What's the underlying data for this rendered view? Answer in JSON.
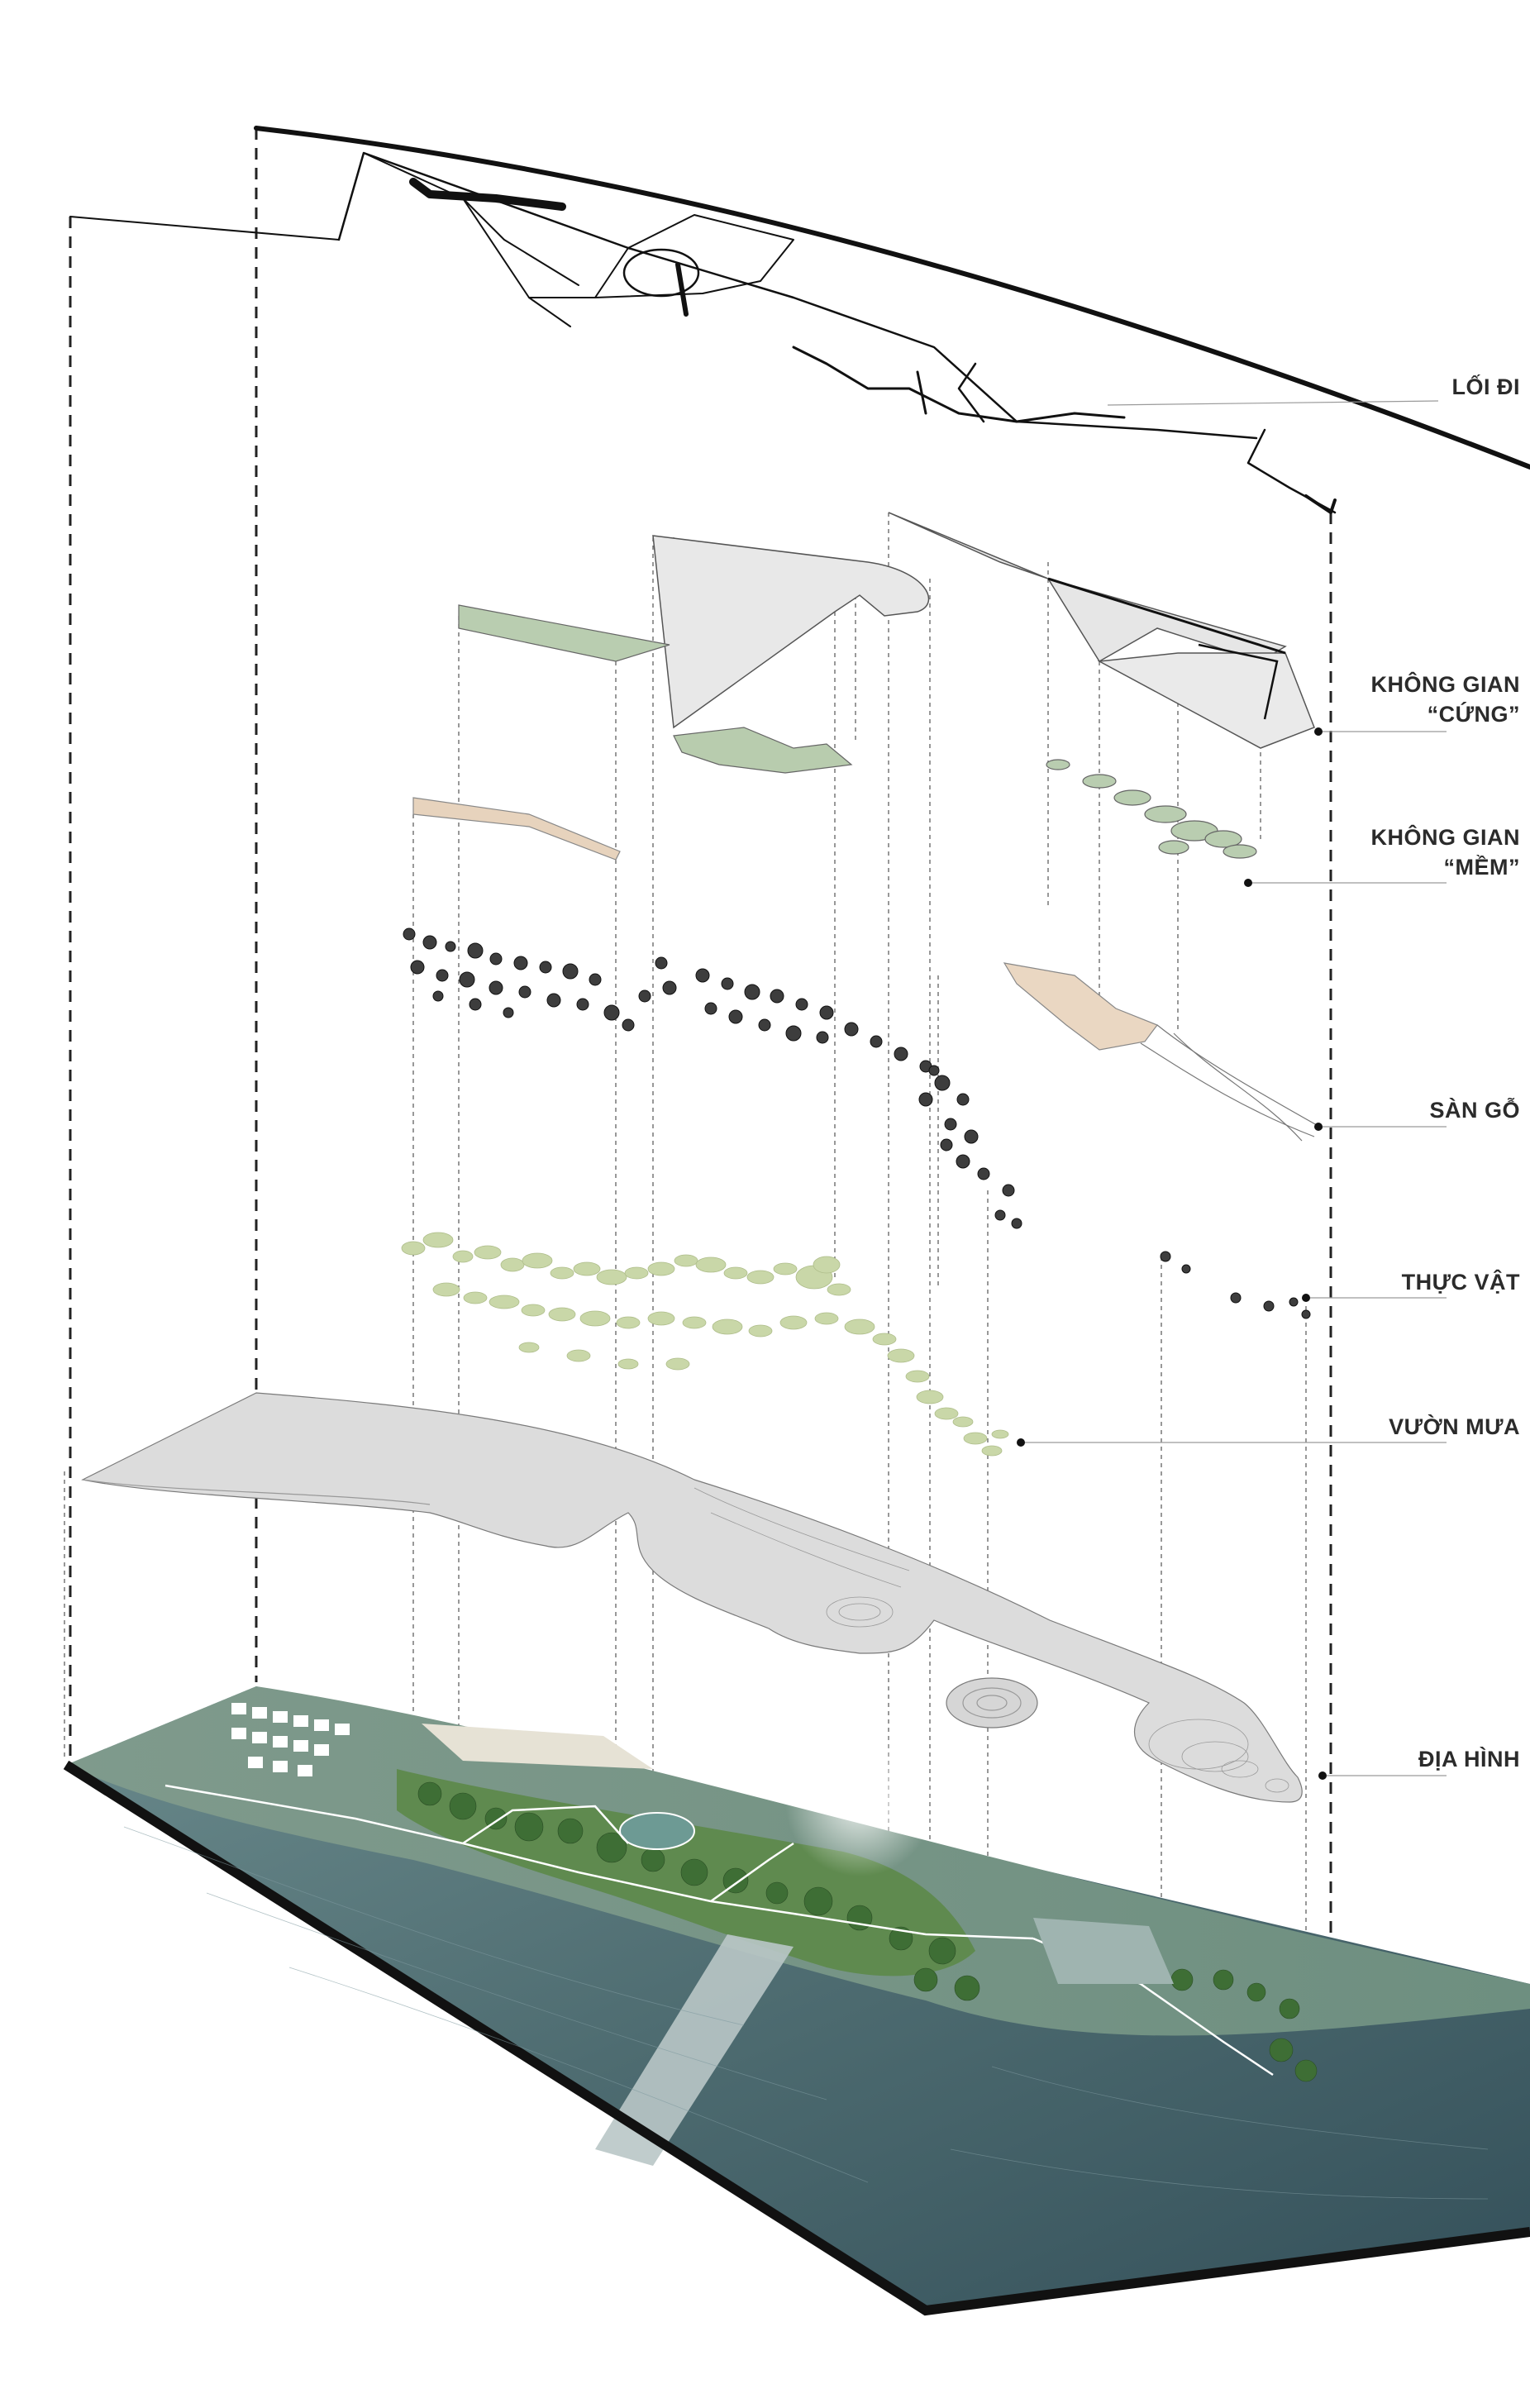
{
  "layers": [
    {
      "id": "loi-di",
      "label_lines": [
        "LỐI ĐI"
      ]
    },
    {
      "id": "khong-gian-cung",
      "label_lines": [
        "KHÔNG GIAN",
        "“CỨNG”"
      ]
    },
    {
      "id": "khong-gian-mem",
      "label_lines": [
        "KHÔNG GIAN",
        "“MỀM”"
      ]
    },
    {
      "id": "san-go",
      "label_lines": [
        "SÀN GỖ"
      ]
    },
    {
      "id": "thuc-vat",
      "label_lines": [
        "THỰC VẬT"
      ]
    },
    {
      "id": "vuon-mua",
      "label_lines": [
        "VƯỜN MƯA"
      ]
    },
    {
      "id": "dia-hinh",
      "label_lines": [
        "ĐỊA HÌNH"
      ]
    }
  ],
  "colors": {
    "water": "#4d6b70",
    "water_dark": "#3a555b",
    "land_green": "#5f8a4f",
    "canopy": "#3e6e35",
    "rain_garden": "#c9d7a8",
    "soft_space": "#b9cdb0",
    "hard_space": "#e6e6e6",
    "deck": "#e7d3bd",
    "terrain": "#d9d9d9",
    "path": "#111111",
    "leader": "#9a9a9a",
    "label": "#2b2b2b"
  },
  "icons": [
    "leader-dot-icon"
  ]
}
